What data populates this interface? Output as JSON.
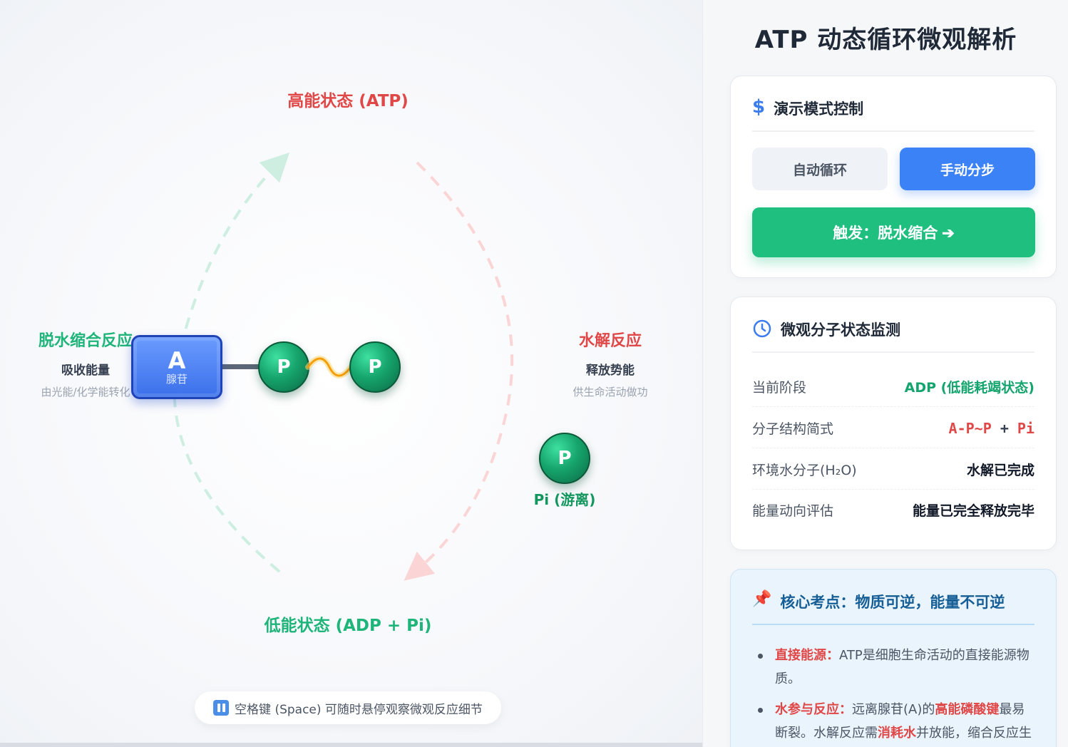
{
  "stage": {
    "state_high": "高能状态 (ATP)",
    "state_low": "低能状态 (ADP + Pi)",
    "synthesis": {
      "title": "脱水缩合反应",
      "sub": "吸收能量",
      "note": "由光能/化学能转化"
    },
    "hydrolysis": {
      "title": "水解反应",
      "sub": "释放势能",
      "note": "供生命活动做功"
    },
    "adenosine": {
      "letter": "A",
      "name": "腺苷"
    },
    "phosphate_letter": "P",
    "free_label": "Pi (游离)",
    "hint": "空格键 (Space) 可随时悬停观察微观反应细节"
  },
  "panel": {
    "title": "ATP 动态循环微观解析",
    "control": {
      "title": "演示模式控制",
      "auto_label": "自动循环",
      "manual_label": "手动分步",
      "trigger_label": "触发：脱水缩合 ➔"
    },
    "monitor": {
      "title": "微观分子状态监测",
      "rows": [
        {
          "key": "当前阶段",
          "value": "ADP (低能耗竭状态)"
        },
        {
          "key": "分子结构简式",
          "formula_main": "A-P~P",
          "formula_plus": "+",
          "formula_pi": "Pi"
        },
        {
          "key": "环境水分子(H₂O)",
          "value": "水解已完成"
        },
        {
          "key": "能量动向评估",
          "value": "能量已完全释放完毕"
        }
      ]
    },
    "tips": {
      "title": "核心考点：物质可逆，能量不可逆",
      "items": [
        {
          "label": "直接能源：",
          "text": "ATP是细胞生命活动的直接能源物质。"
        },
        {
          "label": "水参与反应：",
          "text_a": "远离腺苷(A)的",
          "hl_a": "高能磷酸键",
          "text_b": "最易断裂。水解反应需",
          "hl_b": "消耗水",
          "text_c": "并放能，缩合反应生成水并吸能。"
        }
      ]
    }
  },
  "colors": {
    "accent_blue": "#3b82f6",
    "accent_green": "#1fbf80",
    "accent_red": "#e04848"
  }
}
